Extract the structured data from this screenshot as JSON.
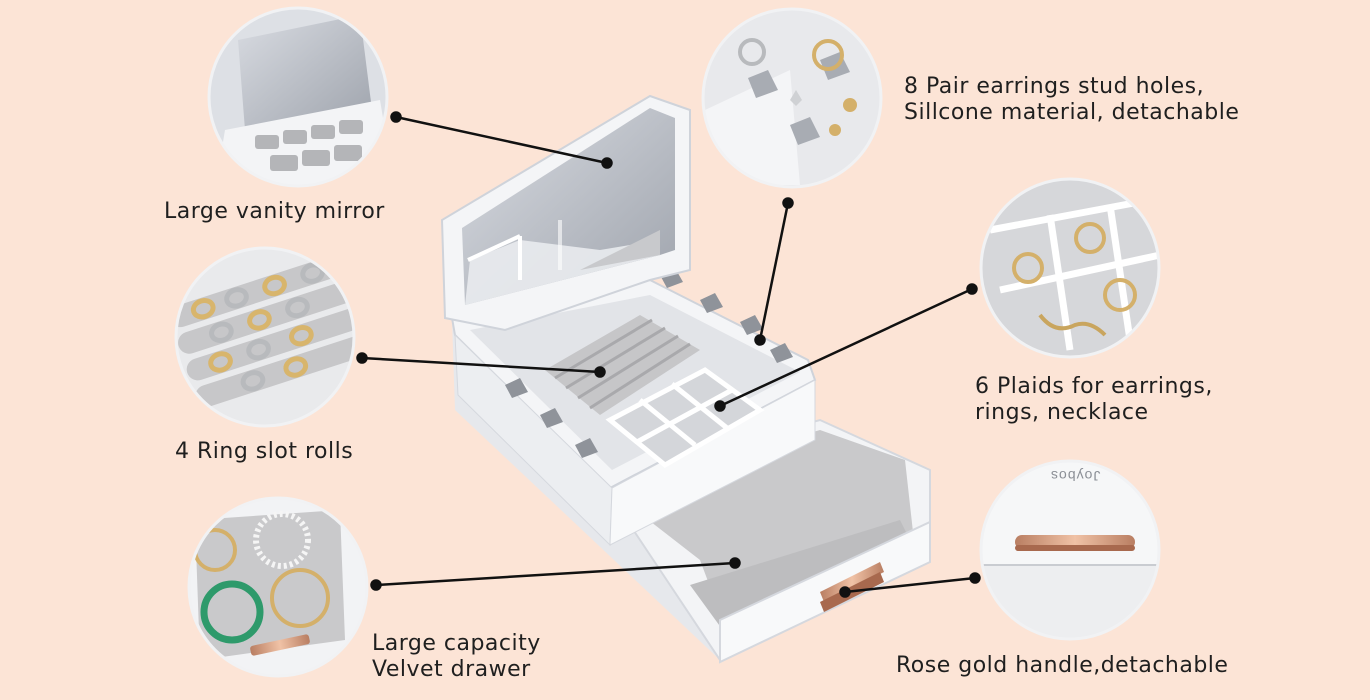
{
  "colors": {
    "background": "#FCE4D6",
    "box_white": "#F6F7F9",
    "velvet_grey": "#C9C9CB",
    "rose_gold": "#D39A7C",
    "leader_line": "#111111"
  },
  "callouts": {
    "mirror": {
      "lines": [
        "Large vanity mirror"
      ],
      "icon": "mirror-detail-photo"
    },
    "ring_rolls": {
      "lines": [
        "4 Ring slot rolls"
      ],
      "icon": "ring-rolls-detail-photo"
    },
    "drawer": {
      "lines": [
        "Large capacity",
        "Velvet drawer"
      ],
      "icon": "drawer-detail-photo"
    },
    "stud_holes": {
      "lines": [
        "8 Pair earrings stud holes,",
        "Sillcone material, detachable"
      ],
      "icon": "stud-holes-detail-photo"
    },
    "plaids": {
      "lines": [
        "6 Plaids for earrings,",
        "rings, necklace"
      ],
      "icon": "plaids-detail-photo"
    },
    "handle": {
      "lines": [
        "Rose gold handle,detachable"
      ],
      "icon": "handle-detail-photo",
      "brand_mark": "Joybos"
    }
  }
}
